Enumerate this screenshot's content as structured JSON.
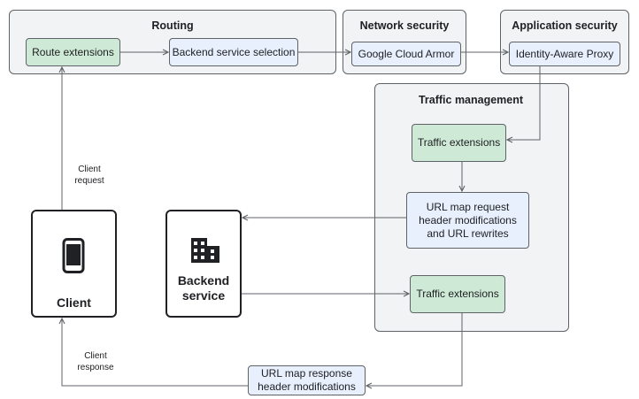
{
  "groups": {
    "routing": "Routing",
    "network_security": "Network security",
    "application_security": "Application security",
    "traffic_management": "Traffic management"
  },
  "nodes": {
    "route_extensions": "Route extensions",
    "backend_service_selection": "Backend service selection",
    "google_cloud_armor": "Google Cloud Armor",
    "identity_aware_proxy": "Identity-Aware Proxy",
    "traffic_extensions_1": "Traffic extensions",
    "url_map_request": "URL map request\nheader modifications\nand URL rewrites",
    "traffic_extensions_2": "Traffic extensions",
    "url_map_response": "URL map response\nheader modifications",
    "client": "Client",
    "backend_service": "Backend\nservice"
  },
  "edge_labels": {
    "client_request": "Client\nrequest",
    "client_response": "Client\nresponse"
  },
  "icons": {
    "client": "phone-icon",
    "backend_service": "building-icon"
  },
  "colors": {
    "group_fill": "#f1f3f4",
    "green_fill": "#ceead6",
    "blue_fill": "#e8f0fe",
    "line": "#5f6368"
  }
}
